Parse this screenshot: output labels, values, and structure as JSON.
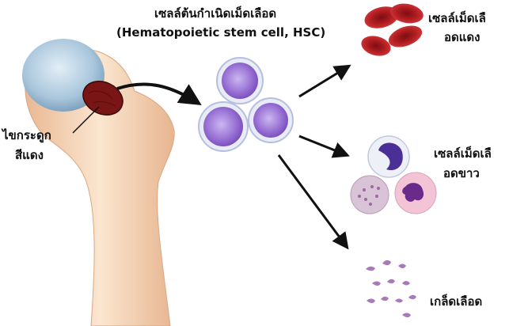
{
  "title": {
    "thai": "เซลล์ต้นกำเนิดเม็ดเลือด",
    "english": "(Hematopoietic stem cell, HSC)"
  },
  "labels": {
    "marrow_line1": "ไขกระดูก",
    "marrow_line2": "สีแดง",
    "rbc_line1": "เซลล์เม็ดเลื",
    "rbc_line2": "อดแดง",
    "wbc_line1": "เซลล์เม็ดเลื",
    "wbc_line2": "อดขาว",
    "platelets": "เกล็ดเลือด"
  },
  "colors": {
    "bone": "#f1cfae",
    "cartilage": "#a9c6dc",
    "marrow": "#7a1515",
    "stem_cell": "#8e6ad0",
    "rbc": "#b81e22",
    "wbc_nucleus": "#5a3aa3",
    "platelet": "#a87ab8"
  }
}
